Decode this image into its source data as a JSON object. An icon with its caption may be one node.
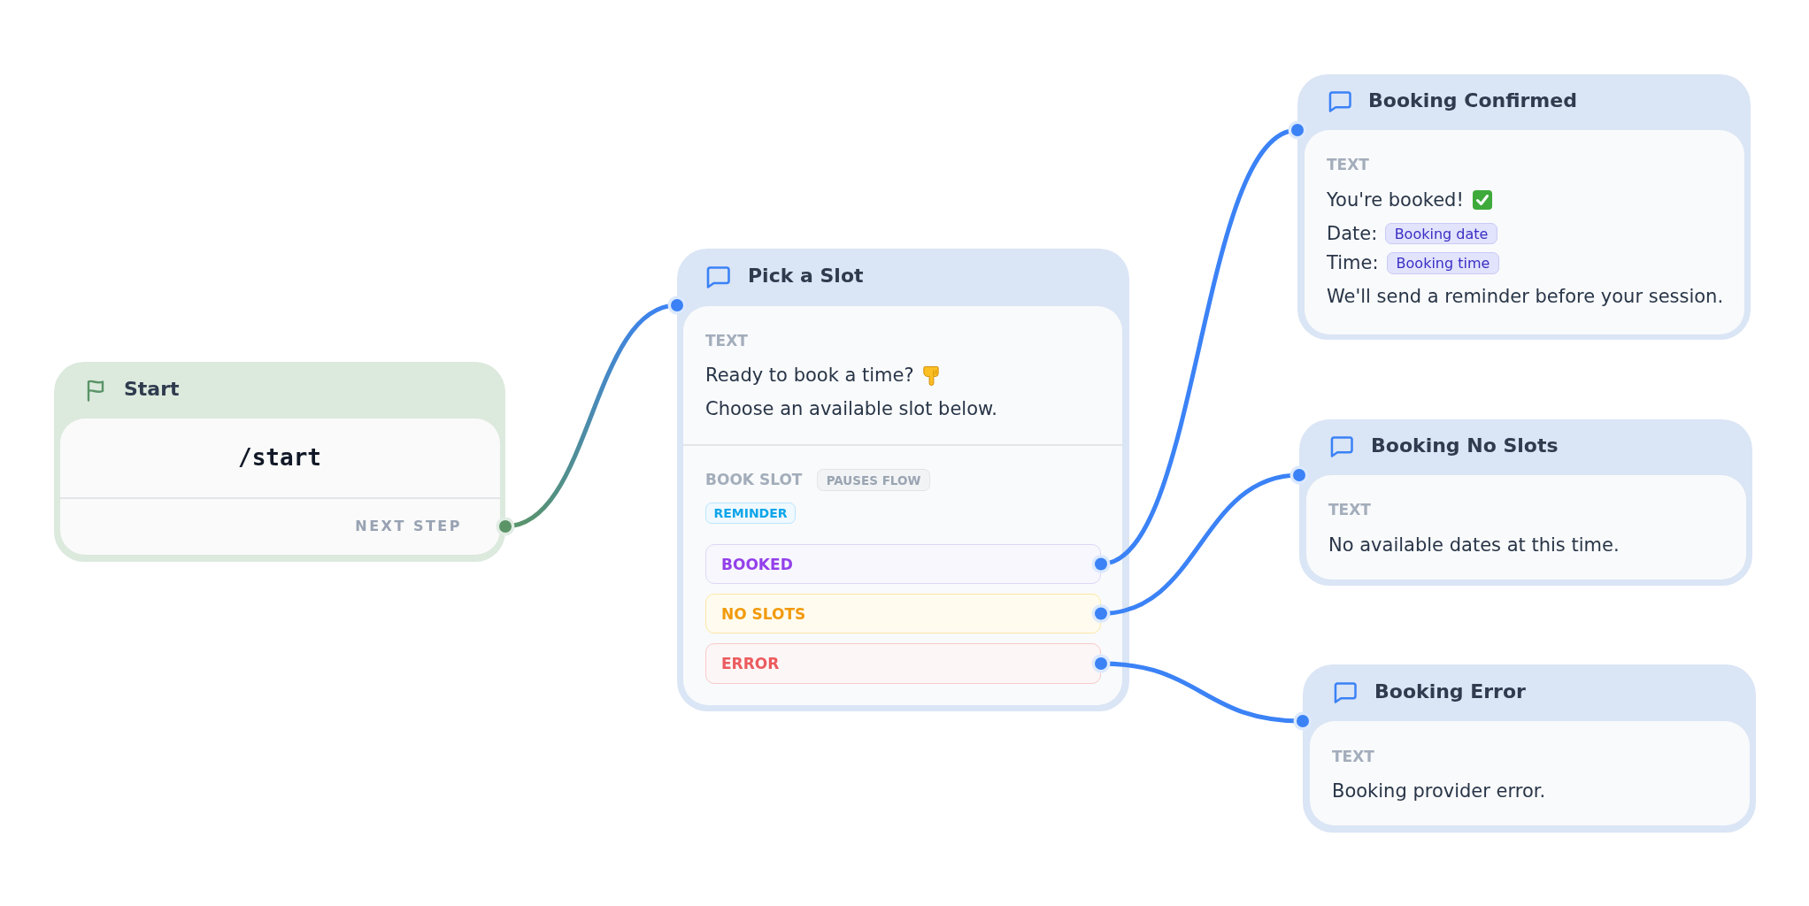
{
  "diagram": {
    "nodes": [
      {
        "text": [
          "Start",
          "/start",
          "NEXT STEP"
        ]
      },
      {
        "text": [
          "Pick a Slot",
          "TEXT",
          "Ready to book a time?",
          "Choose an available slot below.",
          "BOOK SLOT"
        ]
      },
      {
        "text": [
          "PAUSES FLOW"
        ],
        "in": 1
      },
      {
        "text": [
          "REMINDER"
        ],
        "in": 1
      },
      {
        "text": [
          "BOOKED"
        ],
        "in": 1
      },
      {
        "text": [
          "NO SLOTS"
        ],
        "in": 1
      },
      {
        "text": [
          "ERROR"
        ],
        "in": 1
      },
      {
        "text": [
          "Booking Confirmed",
          "TEXT",
          "You're booked!",
          "Date:",
          "Time:",
          "We'll send a reminder before your session."
        ]
      },
      {
        "text": [
          "Booking date"
        ],
        "in": 7
      },
      {
        "text": [
          "Booking time"
        ],
        "in": 7
      },
      {
        "text": [
          "Booking No Slots",
          "TEXT",
          "No available dates at this time."
        ]
      },
      {
        "text": [
          "Booking Error",
          "TEXT",
          "Booking provider error."
        ]
      }
    ],
    "edges": [
      {
        "from": 0,
        "to": 1,
        "arrow": "other",
        "color": "#5a9467"
      },
      {
        "from": 4,
        "to": 7,
        "arrow": "other"
      },
      {
        "from": 5,
        "to": 10,
        "arrow": "other"
      },
      {
        "from": 6,
        "to": 11,
        "arrow": "other"
      }
    ]
  }
}
